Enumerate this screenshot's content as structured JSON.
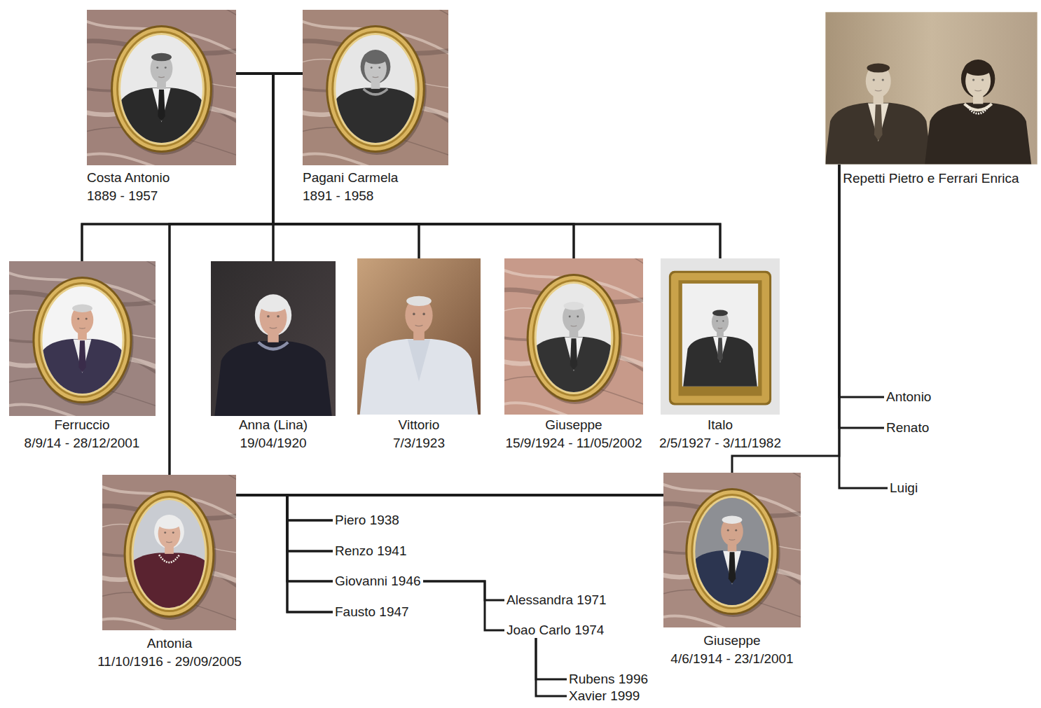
{
  "diagram": {
    "nodes": [
      {
        "text": [
          "Costa Antonio",
          "1889 - 1957"
        ]
      },
      {
        "text": [
          "Pagani Carmela",
          "1891 - 1958"
        ]
      },
      {
        "text": [
          "Repetti Pietro e Ferrari Enrica"
        ]
      },
      {
        "text": [
          "Ferruccio",
          "8/9/14 - 28/12/2001"
        ]
      },
      {
        "text": [
          "Anna (Lina)",
          "19/04/1920"
        ]
      },
      {
        "text": [
          "Vittorio",
          "7/3/1923"
        ]
      },
      {
        "text": [
          "Giuseppe",
          "15/9/1924 - 11/05/2002"
        ]
      },
      {
        "text": [
          "Italo",
          "2/5/1927 - 3/11/1982"
        ]
      },
      {
        "text": [
          "Antonio"
        ]
      },
      {
        "text": [
          "Renato"
        ]
      },
      {
        "text": [
          "Luigi"
        ]
      },
      {
        "text": [
          "Antonia",
          "11/10/1916 - 29/09/2005"
        ]
      },
      {
        "text": [
          "Giuseppe",
          "4/6/1914 - 23/1/2001"
        ]
      },
      {
        "text": [
          "Piero 1938"
        ]
      },
      {
        "text": [
          "Renzo 1941"
        ]
      },
      {
        "text": [
          "Giovanni 1946"
        ]
      },
      {
        "text": [
          "Fausto 1947"
        ]
      },
      {
        "text": [
          "Alessandra 1971"
        ]
      },
      {
        "text": [
          "Joao Carlo 1974"
        ]
      },
      {
        "text": [
          "Rubens 1996"
        ]
      },
      {
        "text": [
          "Xavier 1999"
        ]
      }
    ],
    "edges": [
      {
        "from": 0,
        "to": 1,
        "arrow": "none"
      },
      {
        "from": 0,
        "to": 3,
        "arrow": "none"
      },
      {
        "from": 0,
        "to": 4,
        "arrow": "none"
      },
      {
        "from": 0,
        "to": 5,
        "arrow": "none"
      },
      {
        "from": 0,
        "to": 6,
        "arrow": "none"
      },
      {
        "from": 0,
        "to": 7,
        "arrow": "none"
      },
      {
        "from": 0,
        "to": 11,
        "arrow": "none"
      },
      {
        "from": 1,
        "to": 3,
        "arrow": "none"
      },
      {
        "from": 1,
        "to": 4,
        "arrow": "none"
      },
      {
        "from": 1,
        "to": 5,
        "arrow": "none"
      },
      {
        "from": 1,
        "to": 6,
        "arrow": "none"
      },
      {
        "from": 1,
        "to": 7,
        "arrow": "none"
      },
      {
        "from": 1,
        "to": 11,
        "arrow": "none"
      },
      {
        "from": 2,
        "to": 8,
        "arrow": "none"
      },
      {
        "from": 2,
        "to": 9,
        "arrow": "none"
      },
      {
        "from": 2,
        "to": 10,
        "arrow": "none"
      },
      {
        "from": 2,
        "to": 12,
        "arrow": "none"
      },
      {
        "from": 11,
        "to": 12,
        "arrow": "none"
      },
      {
        "from": 11,
        "to": 13,
        "arrow": "none"
      },
      {
        "from": 11,
        "to": 14,
        "arrow": "none"
      },
      {
        "from": 11,
        "to": 15,
        "arrow": "none"
      },
      {
        "from": 11,
        "to": 16,
        "arrow": "none"
      },
      {
        "from": 12,
        "to": 13,
        "arrow": "none"
      },
      {
        "from": 12,
        "to": 14,
        "arrow": "none"
      },
      {
        "from": 12,
        "to": 15,
        "arrow": "none"
      },
      {
        "from": 12,
        "to": 16,
        "arrow": "none"
      },
      {
        "from": 15,
        "to": 17,
        "arrow": "none"
      },
      {
        "from": 15,
        "to": 18,
        "arrow": "none"
      },
      {
        "from": 18,
        "to": 19,
        "arrow": "none"
      },
      {
        "from": 18,
        "to": 20,
        "arrow": "none"
      }
    ]
  }
}
